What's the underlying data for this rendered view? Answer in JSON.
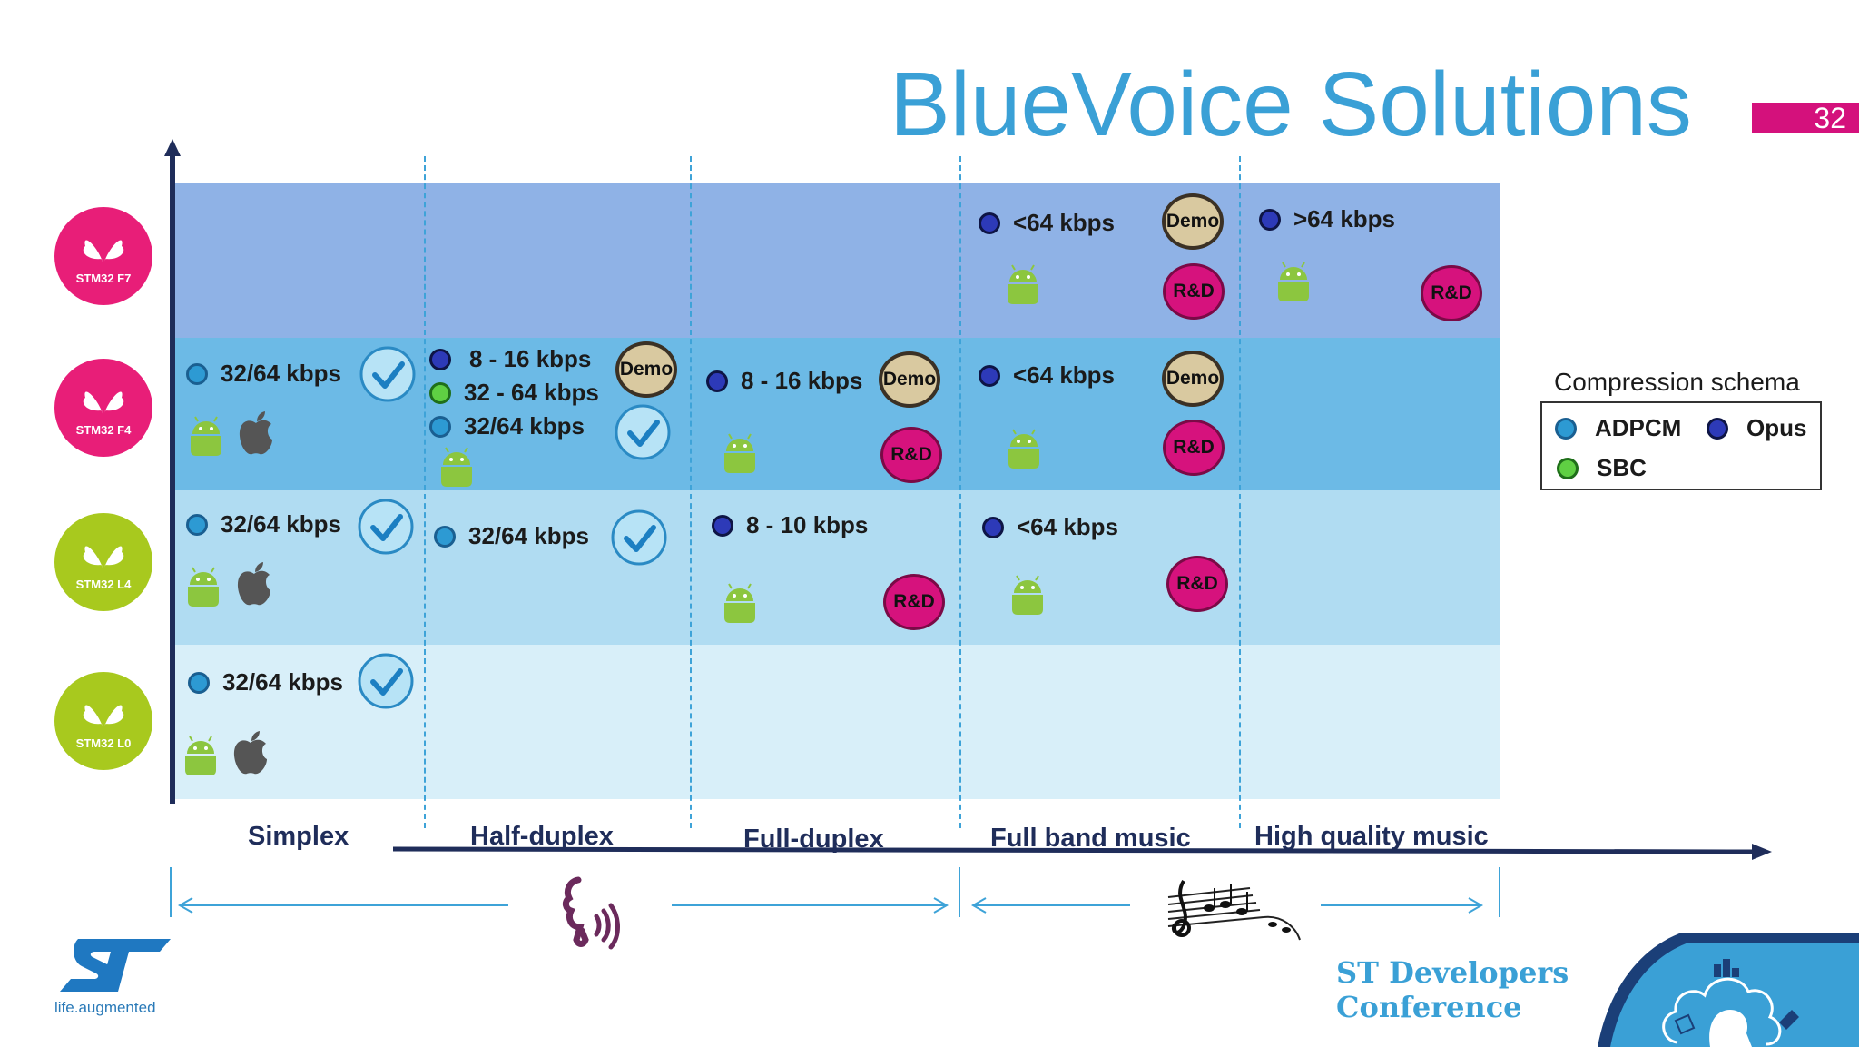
{
  "slide": {
    "title": "BlueVoice Solutions",
    "page_number": "32"
  },
  "colors": {
    "title": "#3aa0d6",
    "page_tag": "#d4117c",
    "band_f7": "#8fb2e6",
    "band_f4": "#6cbae6",
    "band_l4": "#b0dcf2",
    "band_l0": "#d8eff9",
    "axis": "#1f2d5a",
    "rd_badge": "#d6127d",
    "demo_badge": "#d9c9a0",
    "stm_f_chip": "#e81e78",
    "stm_l_chip": "#a8c91e"
  },
  "rows": [
    {
      "id": "f7",
      "label": "STM32 F7"
    },
    {
      "id": "f4",
      "label": "STM32 F4"
    },
    {
      "id": "l4",
      "label": "STM32 L4"
    },
    {
      "id": "l0",
      "label": "STM32 L0"
    }
  ],
  "columns": [
    "Simplex",
    "Half-duplex",
    "Full-duplex",
    "Full band music",
    "High quality music"
  ],
  "cells": {
    "f7_fullband": {
      "rate": "<64 kbps",
      "codec": "opus",
      "demo": "Demo",
      "rd": "R&D"
    },
    "f7_hq": {
      "rate": ">64 kbps",
      "codec": "opus",
      "rd": "R&D"
    },
    "f4_simplex": {
      "rate": "32/64 kbps",
      "codec": "adpcm"
    },
    "f4_half": {
      "rates": [
        {
          "rate": "8 - 16 kbps",
          "codec": "opus"
        },
        {
          "rate": "32 - 64 kbps",
          "codec": "sbc"
        },
        {
          "rate": "32/64 kbps",
          "codec": "adpcm"
        }
      ],
      "demo": "Demo"
    },
    "f4_full": {
      "rate": "8 - 16 kbps",
      "codec": "opus",
      "demo": "Demo",
      "rd": "R&D"
    },
    "f4_fullband": {
      "rate": "<64 kbps",
      "codec": "opus",
      "demo": "Demo",
      "rd": "R&D"
    },
    "l4_simplex": {
      "rate": "32/64 kbps",
      "codec": "adpcm"
    },
    "l4_half": {
      "rate": "32/64 kbps",
      "codec": "adpcm"
    },
    "l4_full": {
      "rate": "8 - 10 kbps",
      "codec": "opus",
      "rd": "R&D"
    },
    "l4_fullband": {
      "rate": "<64 kbps",
      "codec": "opus",
      "rd": "R&D"
    },
    "l0_simplex": {
      "rate": "32/64 kbps",
      "codec": "adpcm"
    }
  },
  "legend": {
    "title": "Compression schema",
    "items": [
      {
        "label": "ADPCM",
        "codec": "adpcm"
      },
      {
        "label": "Opus",
        "codec": "opus"
      },
      {
        "label": "SBC",
        "codec": "sbc"
      }
    ]
  },
  "icons": {
    "voice": "speaking-head-icon",
    "music": "music-notes-icon",
    "platforms": [
      "android-icon",
      "apple-icon"
    ],
    "status": "checkmark-icon"
  },
  "footer": {
    "tagline": "life.augmented",
    "st_line1": "ST Developers",
    "st_line2": "Conference"
  }
}
